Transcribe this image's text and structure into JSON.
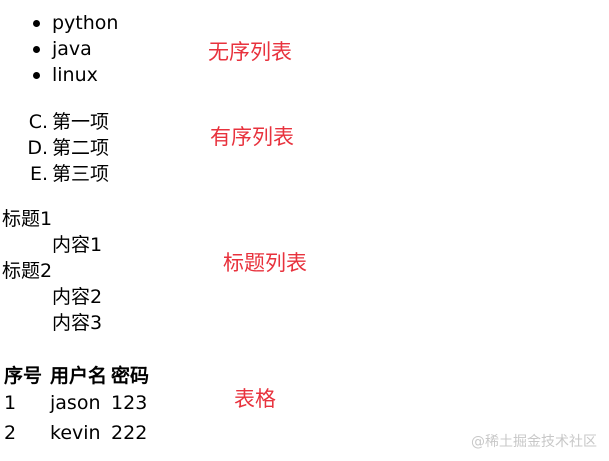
{
  "unordered_list": {
    "items": [
      "python",
      "java",
      "linux"
    ],
    "annotation": "无序列表"
  },
  "ordered_list": {
    "items": [
      {
        "marker": "C.",
        "text": "第一项"
      },
      {
        "marker": "D.",
        "text": "第二项"
      },
      {
        "marker": "E.",
        "text": "第三项"
      }
    ],
    "annotation": "有序列表"
  },
  "definition_list": {
    "terms": [
      {
        "term": "标题1",
        "descriptions": [
          "内容1"
        ]
      },
      {
        "term": "标题2",
        "descriptions": [
          "内容2",
          "内容3"
        ]
      }
    ],
    "annotation": "标题列表"
  },
  "table": {
    "headers": [
      "序号",
      "用户名",
      "密码"
    ],
    "rows": [
      [
        "1",
        "jason",
        "123"
      ],
      [
        "2",
        "kevin",
        "222"
      ]
    ],
    "annotation": "表格"
  },
  "watermark": "@稀土掘金技术社区",
  "colors": {
    "annotation": "#e8323d",
    "text": "#000000",
    "watermark": "#c8c8c8"
  }
}
